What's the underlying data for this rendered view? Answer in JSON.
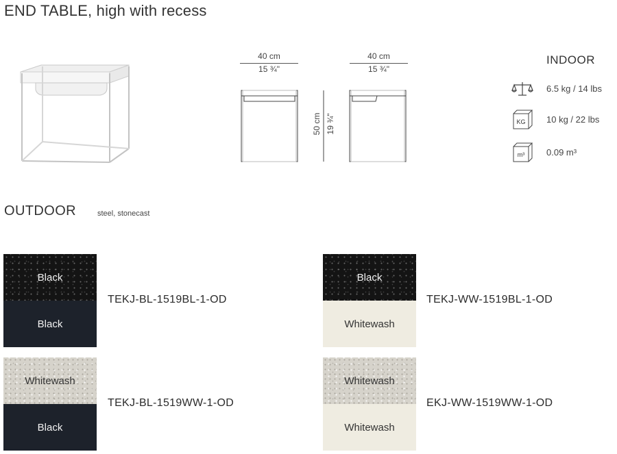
{
  "title": "END TABLE, high with recess",
  "dimensions": {
    "front_width_cm": "40 cm",
    "front_width_in": "15 ¾\"",
    "side_width_cm": "40 cm",
    "side_width_in": "15 ¾\"",
    "height_cm": "50 cm",
    "height_in": "19 ¾\""
  },
  "indoor": {
    "label": "INDOOR",
    "specs": [
      {
        "icon": "scale-icon",
        "text": "6.5 kg / 14 lbs"
      },
      {
        "icon": "kg-box-icon",
        "icon_label": "KG",
        "text": "10 kg / 22 lbs"
      },
      {
        "icon": "volume-box-icon",
        "icon_label": "m³",
        "text": "0.09 m³"
      }
    ]
  },
  "outdoor": {
    "label": "OUTDOOR",
    "materials": "steel, stonecast"
  },
  "variants": [
    {
      "top": "Black",
      "bottom": "Black",
      "sku": "TEKJ-BL-1519BL-1-OD"
    },
    {
      "top": "Black",
      "bottom": "Whitewash",
      "sku": "TEKJ-WW-1519BL-1-OD"
    },
    {
      "top": "Whitewash",
      "bottom": "Black",
      "sku": "TEKJ-BL-1519WW-1-OD"
    },
    {
      "top": "Whitewash",
      "bottom": "Whitewash",
      "sku": "EKJ-WW-1519WW-1-OD"
    }
  ],
  "colors": {
    "black_stone": "#141414",
    "whitewash_stone": "#d6d3cb",
    "navy_steel": "#1d222b",
    "cream_steel": "#efece1"
  }
}
